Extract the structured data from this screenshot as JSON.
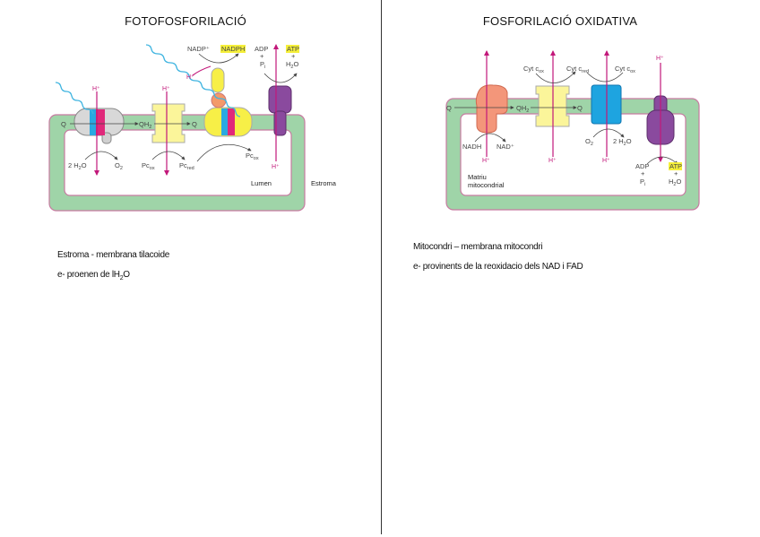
{
  "left": {
    "title": "FOTOFOSFORILACIÓ",
    "notes": [
      {
        "main": "Estroma - membrana tilacoide"
      },
      {
        "main": "e- proenen de lH",
        "sub": "2",
        "tail": "O"
      }
    ],
    "diagram": {
      "q1": "Q",
      "qh2": {
        "main": "QH",
        "sub": "2"
      },
      "q2": "Q",
      "h_plus": "H⁺",
      "water": {
        "main": "2 H",
        "sub": "2",
        "tail": "O"
      },
      "o2": {
        "main": "O",
        "sub": "2"
      },
      "pc_ox1": {
        "main": "Pc",
        "sub": "ox"
      },
      "pc_red": {
        "main": "Pc",
        "sub": "red"
      },
      "pc_ox2": {
        "main": "Pc",
        "sub": "ox"
      },
      "nadp": "NADP⁺",
      "nadph": "NADPH",
      "adp": "ADP",
      "plus": "+",
      "pi": {
        "main": "P",
        "sub": "i"
      },
      "atp": "ATP",
      "h2o": {
        "main": "H",
        "sub": "2",
        "tail": "O"
      },
      "lumen": "Lumen",
      "estroma": "Estroma"
    }
  },
  "right": {
    "title": "FOSFORILACIÓ OXIDATIVA",
    "notes": [
      {
        "main": "Mitocondri – membrana mitocondri"
      },
      {
        "main": "e- provinents de la reoxidacio dels NAD i FAD"
      }
    ],
    "diagram": {
      "q1": "Q",
      "qh2": {
        "main": "QH",
        "sub": "2"
      },
      "q2": "Q",
      "h_plus": "H⁺",
      "nadh": "NADH",
      "nad": "NAD⁺",
      "cyt_ox1": {
        "main": "Cyt c",
        "sub": "ox"
      },
      "cyt_red": {
        "main": "Cyt c",
        "sub": "red"
      },
      "cyt_ox2": {
        "main": "Cyt c",
        "sub": "ox"
      },
      "o2": {
        "main": "O",
        "sub": "2"
      },
      "water": {
        "main": "2 H",
        "sub": "2",
        "tail": "O"
      },
      "adp": "ADP",
      "plus": "+",
      "pi": {
        "main": "P",
        "sub": "i"
      },
      "atp": "ATP",
      "h2o": {
        "main": "H",
        "sub": "2",
        "tail": "O"
      },
      "matrix": [
        "Matriu",
        "mitocondrial"
      ]
    }
  },
  "colors": {
    "membrane": "#9fd4a8",
    "membrane_border": "#c77aa0",
    "proton_arrow": "#c2187a",
    "highlight": "#f5ef3a",
    "light_wave": "#3fb4e0"
  }
}
